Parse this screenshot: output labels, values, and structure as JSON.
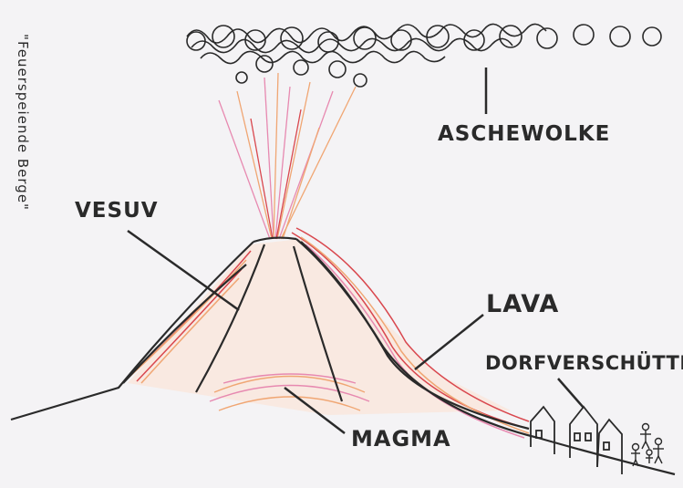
{
  "title": "\"Feuerspeiende Berge\"",
  "labels": {
    "ash_cloud": "ASCHEWOLKE",
    "volcano": "VESUV",
    "lava": "LAVA",
    "village": "DORFVERSCHÜTTET",
    "magma": "MAGMA"
  },
  "colors": {
    "paper": "#f4f3f5",
    "ink": "#2a2a2a",
    "lava_red": "#d9474e",
    "lava_orange": "#f0a673",
    "magma_pink": "#e789b0"
  }
}
